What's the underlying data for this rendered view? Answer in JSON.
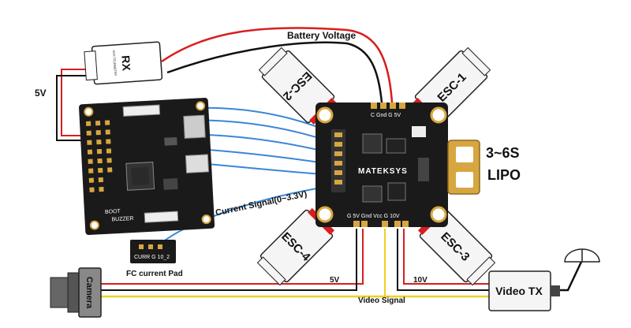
{
  "labels": {
    "battery_voltage": "Battery Voltage",
    "five_v_left": "5V",
    "current_signal": "Current Signal(0~3.3V)",
    "lipo_cells": "3~6S",
    "lipo": "LIPO",
    "fc_current_pad": "FC current Pad",
    "five_v_bottom": "5V",
    "ten_v": "10V",
    "video_signal": "Video Signal",
    "video_tx": "Video TX",
    "camera": "Camera",
    "rx": "RX",
    "rx_small": "4CH TELEMETRY",
    "mateksys": "MATEKSYS",
    "boot": "BOOT",
    "buzzer": "BUZZER",
    "top_pads": "C  Gnd  G  5V",
    "bottom_pads": "G  5V  Gnd  Vcc  G  10V",
    "fc_pad_text": "CURR  G  10_2"
  },
  "escs": [
    {
      "label": "ESC-1"
    },
    {
      "label": "ESC-2"
    },
    {
      "label": "ESC-3"
    },
    {
      "label": "ESC-4"
    }
  ],
  "colors": {
    "wire_red": "#d81e1e",
    "wire_black": "#111111",
    "wire_blue": "#3a86d8",
    "wire_yellow": "#f0d020",
    "board": "#1a1a1a",
    "pad_gold": "#d8a640",
    "esc_body": "#f5f5f5"
  }
}
